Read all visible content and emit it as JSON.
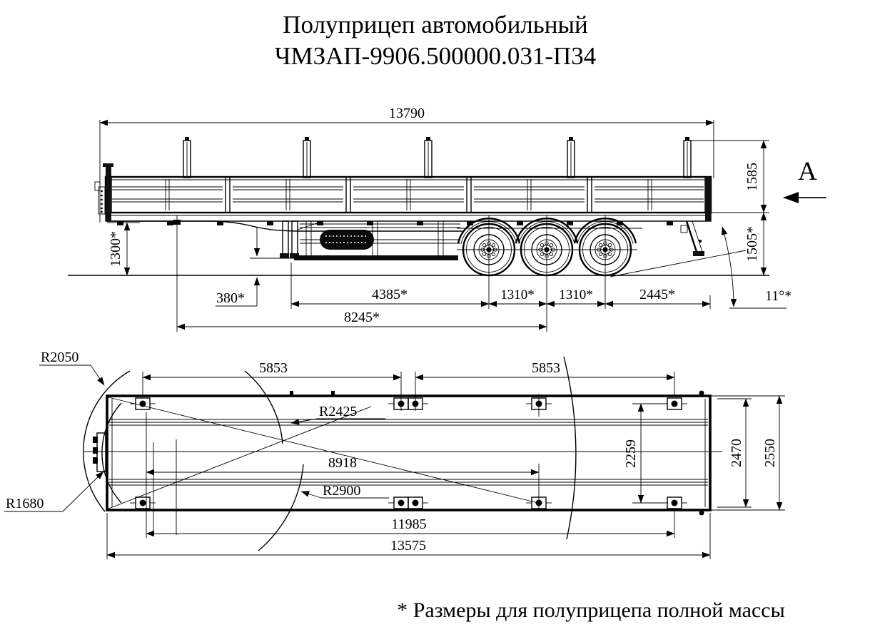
{
  "title": {
    "line1": "Полуприцеп автомобильный",
    "line2": "ЧМЗАП-9906.500000.031-П34"
  },
  "footnote": "* Размеры для полуприцепа полной массы",
  "side_view": {
    "view_label": "А",
    "dims": {
      "overall_length": "13790",
      "stake_height_above_deck": "1585",
      "deck_height_rear": "1505*",
      "deck_height_front": "1300*",
      "landing_gear_clearance": "380*",
      "landing_gear_to_first_axle": "4385*",
      "axle_spacing_front": "1310*",
      "axle_spacing_rear": "1310*",
      "rear_overhang": "2445*",
      "kingpin_to_bogie_center": "8245*",
      "ramp_angle": "11°*"
    }
  },
  "top_view": {
    "dims": {
      "front_bracket_span": "5853",
      "rear_bracket_span": "5853",
      "bracket_row_width": "2259",
      "platform_inner_width": "2470",
      "overall_width": "2550",
      "kingpin_to_rear_bracket": "11985",
      "platform_length": "13575",
      "kingpin_to_mid_bracket": "8918",
      "turn_radius_front_corner": "R2050",
      "turn_radius_mid": "R2425",
      "turn_radius_rear": "R2900",
      "turn_radius_inner": "R1680"
    }
  }
}
